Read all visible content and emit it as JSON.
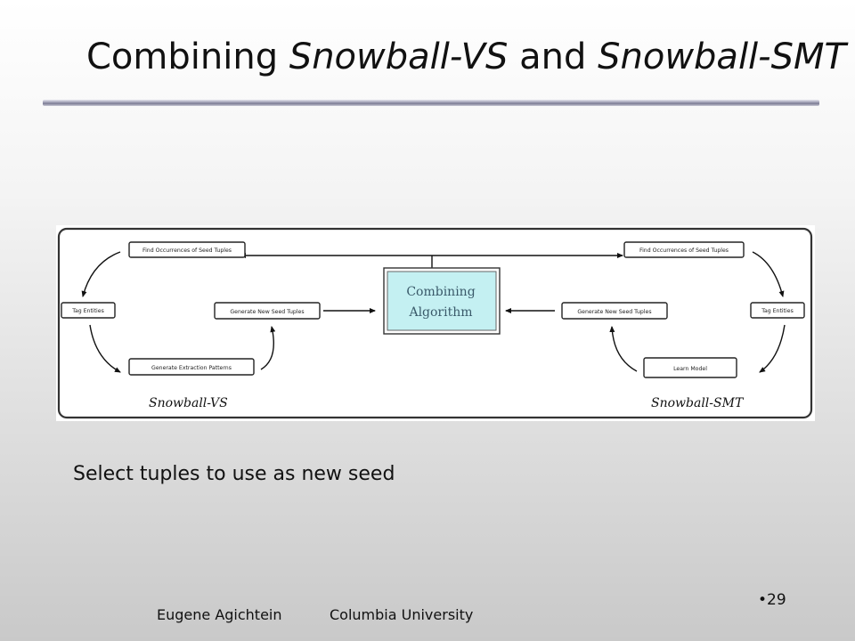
{
  "slide": {
    "title_prefix": "Combining ",
    "title_vs": "Snowball-VS",
    "title_mid": " and ",
    "title_smt": "Snowball-SMT",
    "caption": "Select tuples to use as new seed",
    "slide_number": "•29",
    "footer_author": "Eugene Agichtein",
    "footer_org": "Columbia University"
  },
  "diagram": {
    "combining_line1": "Combining",
    "combining_line2": "Algorithm",
    "combining_color": "#c4f0f2",
    "vs": {
      "find_occurrences": "Find Occurrences of Seed Tuples",
      "tag_entities": "Tag Entities",
      "generate_new_seed": "Generate New Seed Tuples",
      "generate_patterns": "Generate Extraction Patterns",
      "label": "Snowball-VS"
    },
    "smt": {
      "find_occurrences": "Find Occurrences of Seed Tuples",
      "tag_entities": "Tag Entities",
      "generate_new_seed": "Generate New Seed Tuples",
      "learn_model": "Learn Model",
      "label": "Snowball-SMT"
    }
  }
}
